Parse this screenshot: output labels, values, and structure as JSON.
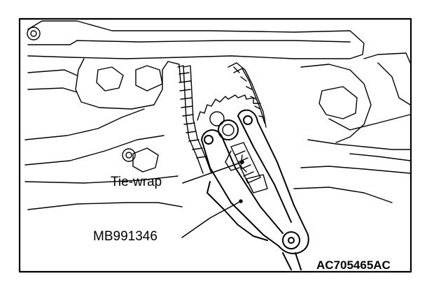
{
  "figure": {
    "callouts": {
      "tie_wrap": "Tie-wrap",
      "special_tool": "MB991346"
    },
    "reference_code": "AC705465AC"
  }
}
